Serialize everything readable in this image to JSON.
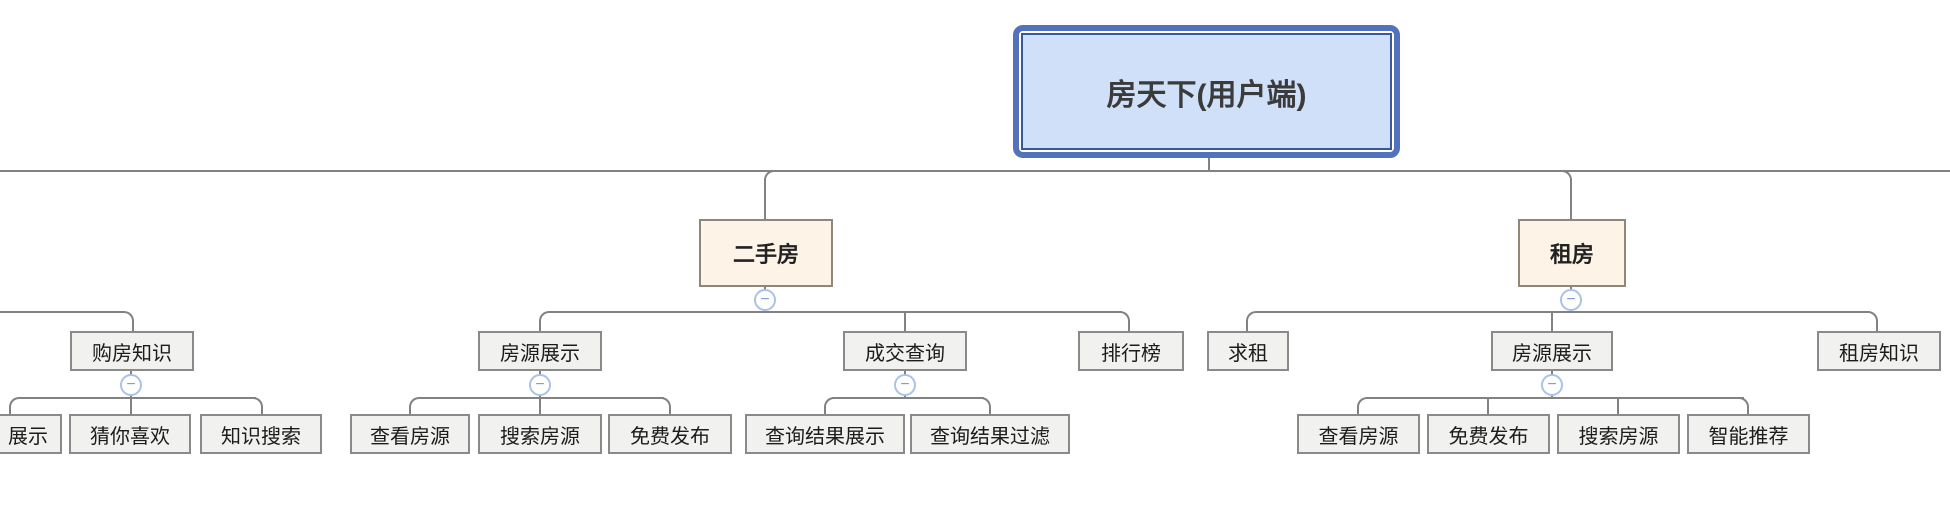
{
  "icons": {
    "collapse": "−"
  },
  "colors": {
    "root_fill": "#cfe0f8",
    "root_border_outer": "#5272bd",
    "root_border_inner": "#39589b",
    "branch_fill": "#fdf3e7",
    "branch_border": "#8e887b",
    "node_fill": "#f1f1ef",
    "node_border": "#8a8a8a",
    "line": "#828282",
    "collapse_ring": "#a9c3e8",
    "collapse_glyph": "#7d9cd1"
  },
  "tree": {
    "root": {
      "label": "房天下(用户端)"
    },
    "knowledge": {
      "label": "购房知识",
      "children": [
        "展示",
        "猜你喜欢",
        "知识搜索"
      ]
    },
    "secondhand": {
      "label": "二手房",
      "children": [
        {
          "label": "房源展示",
          "children": [
            "查看房源",
            "搜索房源",
            "免费发布"
          ]
        },
        {
          "label": "成交查询",
          "children": [
            "查询结果展示",
            "查询结果过滤"
          ]
        },
        {
          "label": "排行榜",
          "children": []
        }
      ]
    },
    "rent": {
      "label": "租房",
      "children": [
        {
          "label": "求租",
          "children": []
        },
        {
          "label": "房源展示",
          "children": [
            "查看房源",
            "免费发布",
            "搜索房源",
            "智能推荐"
          ]
        },
        {
          "label": "租房知识",
          "children": []
        }
      ]
    }
  }
}
